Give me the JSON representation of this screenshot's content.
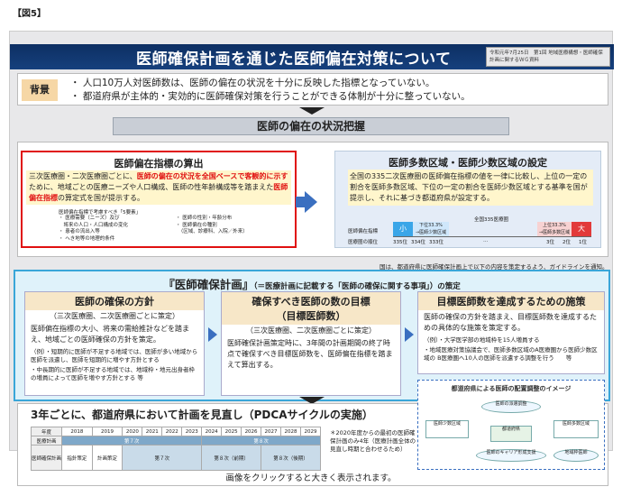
{
  "figure_label": "【図5】",
  "header": {
    "title": "医師確保計画を通じた医師偏在対策について",
    "note": "令和元年7月25日　第1回 地域医療構想・医師確保計画に関するＷＧ資料"
  },
  "background": {
    "label": "背景",
    "lines": [
      "・ 人口10万人対医師数は、医師の偏在の状況を十分に反映した指標となっていない。",
      "・ 都道府県が主体的・実効的に医師確保対策を行うことができる体制が十分に整っていない。"
    ]
  },
  "situation": {
    "heading": "医師の偏在の状況把握",
    "left": {
      "title": "医師偏在指標の算出",
      "text_pre": "三次医療圏・二次医療圏ごとに、",
      "text_red1": "医師の偏在の状況を全国ベースで客観的に示す",
      "text_mid": "ために、地域ごとの医療ニーズや人口構成、医師の性年齢構成等を踏まえた",
      "text_red2": "医師偏在指標",
      "text_post": "の算定式を国が提示する。",
      "sub_heading": "医師偏在指標で考慮すべき「5要素」",
      "bullets_left": [
        "・ 医療需要（ニーズ）及び",
        "　将来の人口・人口構成の変化",
        "・ 患者の流出入等",
        "・ へき地等の地理的条件"
      ],
      "bullets_right": [
        "・ 医師の性別・年齢分布",
        "・ 医師偏在の種別",
        "　（区域、診療科、入院／外来）"
      ]
    },
    "right": {
      "title": "医師多数区域・医師少数区域の設定",
      "text": "全国の335二次医療圏の医師偏在指標の値を一律に比較し、上位の一定の割合を医師多数区域、下位の一定の割合を医師少数区域とする基準を国が提示し、それに基づき都道府県が設定する。",
      "chart": {
        "total_label": "全国335医療圏",
        "row1_label": "医師偏在指標",
        "row2_label": "医療圏の順位",
        "low_tag": "小",
        "low_text": "下位33.3%\n→医師少数区域",
        "high_tag": "大",
        "high_text": "上位33.3%\n→医師多数区域",
        "ranks": [
          "335位",
          "334位",
          "333位",
          "…",
          "3位",
          "2位",
          "1位"
        ]
      }
    },
    "footer": "国は、都道府県に医師確保計画上で以下の内容を策定するよう、ガイドラインを通知。"
  },
  "plan": {
    "title": "『医師確保計画』",
    "title_note": "（＝医療計画に記載する「医師の確保に関する事項」）の策定",
    "boxes": [
      {
        "title": "医師の確保の方針",
        "sub": "（三次医療圏、二次医療圏ごとに策定）",
        "text": "医師偏在指標の大小、将来の需給推計などを踏まえ、地域ごとの医師確保の方針を策定。",
        "small": [
          "（例）・短期的に医師が不足する地域では、医師が多い地域から医師を派遣し、医師を短期的に増やす方針とする",
          "・中長期的に医師が不足する地域では、地域枠・地元出身者枠の増員によって医師を増やす方針とする 等"
        ]
      },
      {
        "title": "確保すべき医師の数の目標",
        "title2": "（目標医師数）",
        "sub": "（三次医療圏、二次医療圏ごとに策定）",
        "text": "医師確保計画策定時に、3年間の計画期間の終了時点で確保すべき目標医師数を、医師偏在指標を踏まえて算出する。"
      },
      {
        "title": "目標医師数を達成するための施策",
        "text": "医師の確保の方針を踏まえ、目標医師数を達成するための具体的な施策を策定する。",
        "small": [
          "（例）・大学医学部の地域枠を15人増員する",
          "・地域医療対策協議会で、医師多数区域のA医療圏から医師少数区域の B医療圏へ10人の医師を派遣する調整を行う　　等"
        ]
      }
    ]
  },
  "pdca": {
    "title": "3年ごとに、都道府県において計画を見直し（PDCAサイクルの実施）",
    "years_label": "年度",
    "years": [
      "2018",
      "2019",
      "2020",
      "2021",
      "2022",
      "2023",
      "2024",
      "2025",
      "2026",
      "2027",
      "2028",
      "2029"
    ],
    "row1_label": "医療計画",
    "row1_cells": [
      "第７次",
      "第８次"
    ],
    "row2_label": "医師確保計画",
    "row2_cells": [
      "指針策定",
      "計画策定",
      "第７次",
      "第８次（前期）",
      "第８次（後期）"
    ],
    "note": "＊2020年度からの最初の医師確保計画のみ4年（医療計画全体の見直し時期と合わせるため）"
  },
  "coordination": {
    "title": "都道府県による医師の配置調整のイメージ",
    "nodes": [
      "医師の派遣調整",
      "医師少数区域",
      "都道府県",
      "医師多数区域",
      "医師のキャリア形成支援",
      "地域枠医師"
    ]
  },
  "caption": "画像をクリックすると大きく表示されます。"
}
